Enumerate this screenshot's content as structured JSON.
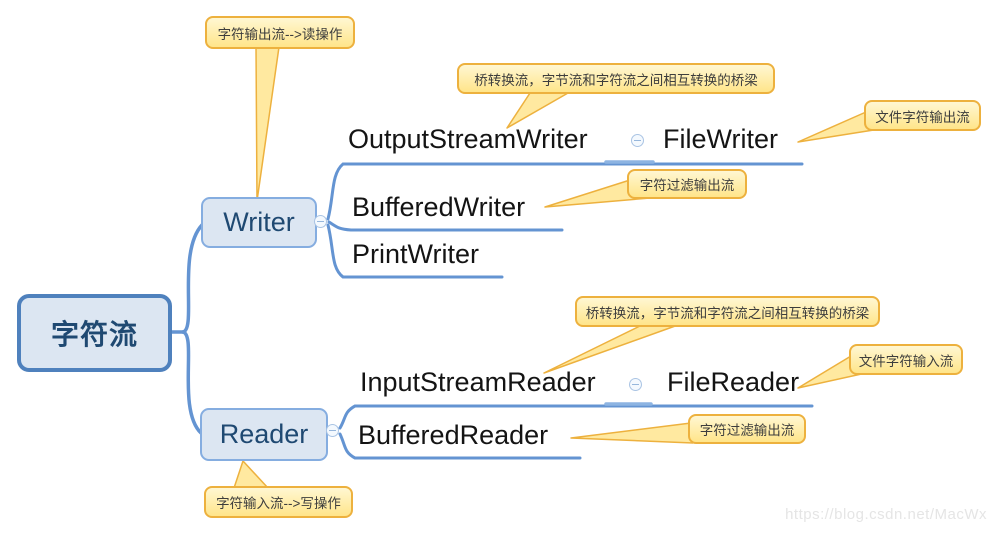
{
  "root": {
    "label": "字符流"
  },
  "branches": {
    "writer": {
      "label": "Writer"
    },
    "reader": {
      "label": "Reader"
    }
  },
  "topics": [
    {
      "id": "output-stream-writer",
      "label": "OutputStreamWriter"
    },
    {
      "id": "file-writer",
      "label": "FileWriter"
    },
    {
      "id": "buffered-writer",
      "label": "BufferedWriter"
    },
    {
      "id": "print-writer",
      "label": "PrintWriter"
    },
    {
      "id": "input-stream-reader",
      "label": "InputStreamReader"
    },
    {
      "id": "file-reader",
      "label": "FileReader"
    },
    {
      "id": "buffered-reader",
      "label": "BufferedReader"
    }
  ],
  "callouts": [
    {
      "id": "writer-note",
      "label": "字符输出流-->读操作"
    },
    {
      "id": "bridge-writer-note",
      "label": "桥转换流，字节流和字符流之间相互转换的桥梁"
    },
    {
      "id": "file-writer-note",
      "label": "文件字符输出流"
    },
    {
      "id": "buffered-writer-note",
      "label": "字符过滤输出流"
    },
    {
      "id": "bridge-reader-note",
      "label": "桥转换流，字节流和字符流之间相互转换的桥梁"
    },
    {
      "id": "file-reader-note",
      "label": "文件字符输入流"
    },
    {
      "id": "buffered-reader-note",
      "label": "字符过滤输出流"
    },
    {
      "id": "reader-note",
      "label": "字符输入流-->写操作"
    }
  ],
  "watermark": "https://blog.csdn.net/MacWx",
  "colors": {
    "branch_line": "#6494d2",
    "root_border": "#4f81bd",
    "node_fill": "#dce6f2",
    "node_border": "#85ade0",
    "node_text": "#1f4972",
    "callout_border": "#edb13e",
    "callout_fill_top": "#fff7d2",
    "callout_fill_bottom": "#ffe58a"
  }
}
